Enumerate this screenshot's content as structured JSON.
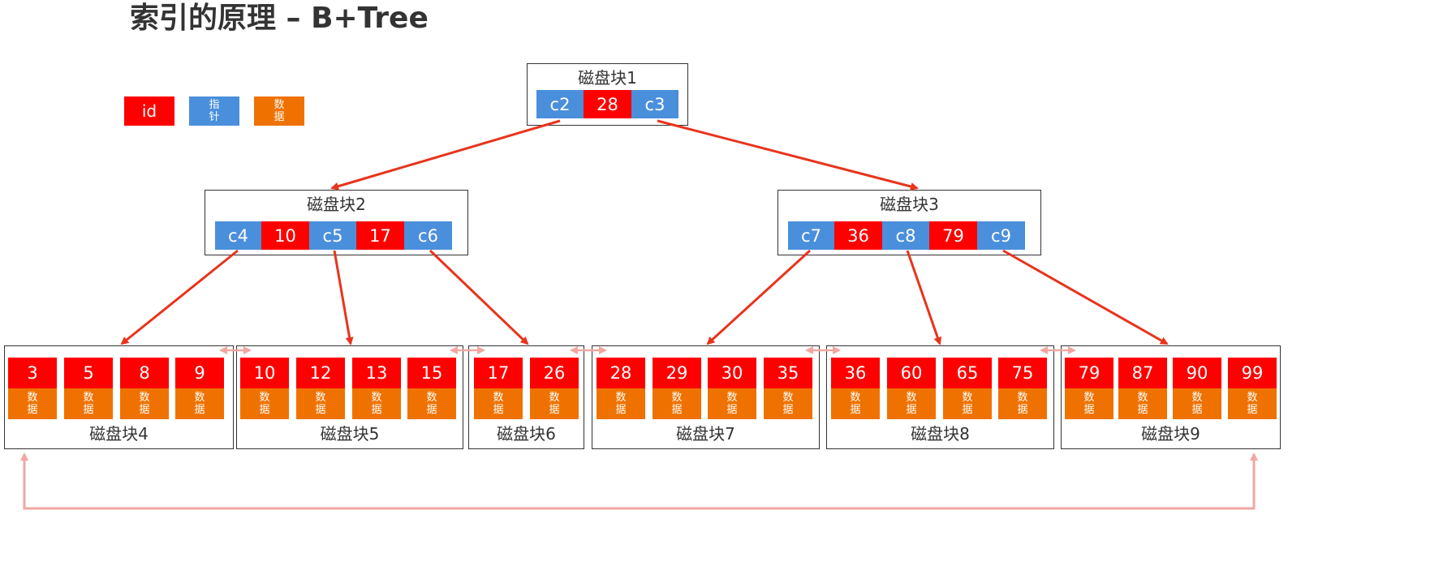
{
  "title": "索引的原理 – B+Tree",
  "legend": {
    "id": "id",
    "pointer": "指针",
    "data": "数据"
  },
  "colors": {
    "id": "#fe0000",
    "pointer": "#4a8fdb",
    "data": "#ef7200",
    "arrow": "#e8341c",
    "leaf_link": "#f0a7a2"
  },
  "root": {
    "label": "磁盘块1",
    "cells": [
      "c2",
      "28",
      "c3"
    ]
  },
  "level2": [
    {
      "label": "磁盘块2",
      "cells": [
        "c4",
        "10",
        "c5",
        "17",
        "c6"
      ]
    },
    {
      "label": "磁盘块3",
      "cells": [
        "c7",
        "36",
        "c8",
        "79",
        "c9"
      ]
    }
  ],
  "leaves": [
    {
      "label": "磁盘块4",
      "keys": [
        "3",
        "5",
        "8",
        "9"
      ]
    },
    {
      "label": "磁盘块5",
      "keys": [
        "10",
        "12",
        "13",
        "15"
      ]
    },
    {
      "label": "磁盘块6",
      "keys": [
        "17",
        "26"
      ]
    },
    {
      "label": "磁盘块7",
      "keys": [
        "28",
        "29",
        "30",
        "35"
      ]
    },
    {
      "label": "磁盘块8",
      "keys": [
        "36",
        "60",
        "65",
        "75"
      ]
    },
    {
      "label": "磁盘块9",
      "keys": [
        "79",
        "87",
        "90",
        "99"
      ]
    }
  ],
  "leaf_data_text": "数据"
}
